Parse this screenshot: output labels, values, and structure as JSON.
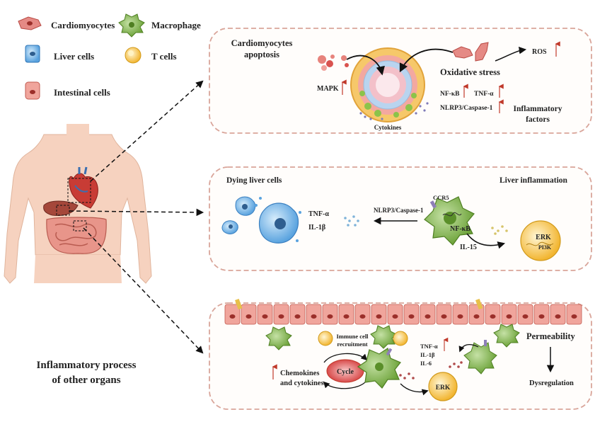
{
  "legend": {
    "cardiomyocytes": "Cardiomyocytes",
    "macrophage": "Macrophage",
    "liver_cells": "Liver cells",
    "t_cells": "T cells",
    "intestinal_cells": "Intestinal cells"
  },
  "organ_title": {
    "line1": "Inflammatory process",
    "line2": "of other organs"
  },
  "heart_panel": {
    "title_line1": "Cardiomyocytes",
    "title_line2": "apoptosis",
    "mapk": "MAPK",
    "cytokines": "Cytokines",
    "oxidative_stress": "Oxidative stress",
    "ros": "ROS",
    "nfkb": "NF-κB",
    "tnfa": "TNF-α",
    "nlrp3": "NLRP3/Caspase-1",
    "inflam_line1": "Inflammatory",
    "inflam_line2": "factors"
  },
  "liver_panel": {
    "dying": "Dying liver cells",
    "inflammation": "Liver inflammation",
    "tnfa": "TNF-α",
    "il1b": "IL-1β",
    "nlrp3": "NLRP3/Caspase-1",
    "ccr5": "CCR5",
    "nfkb": "NF-κB",
    "il15": "IL-15",
    "erk": "ERK",
    "pi3k": "PI3K"
  },
  "gut_panel": {
    "recruit_line1": "Immune cell",
    "recruit_line2": "recruitment",
    "cycle": "Cycle",
    "chemo_line1": "Chemokines",
    "chemo_line2": "and cytokines",
    "tnfa": "TNF-α",
    "il1b": "IL-1β",
    "il6": "IL-6",
    "erk": "ERK",
    "permeability": "Permeability",
    "dysregulation": "Dysregulation"
  },
  "colors": {
    "panel_border": "#d9a59a",
    "arrow_up": "#c0392b",
    "macrophage": "#7cb342",
    "liver_cell": "#4a90d9",
    "t_cell": "#f5c242",
    "cardiomyocyte": "#d9534f",
    "skin": "#f6d2bf"
  }
}
